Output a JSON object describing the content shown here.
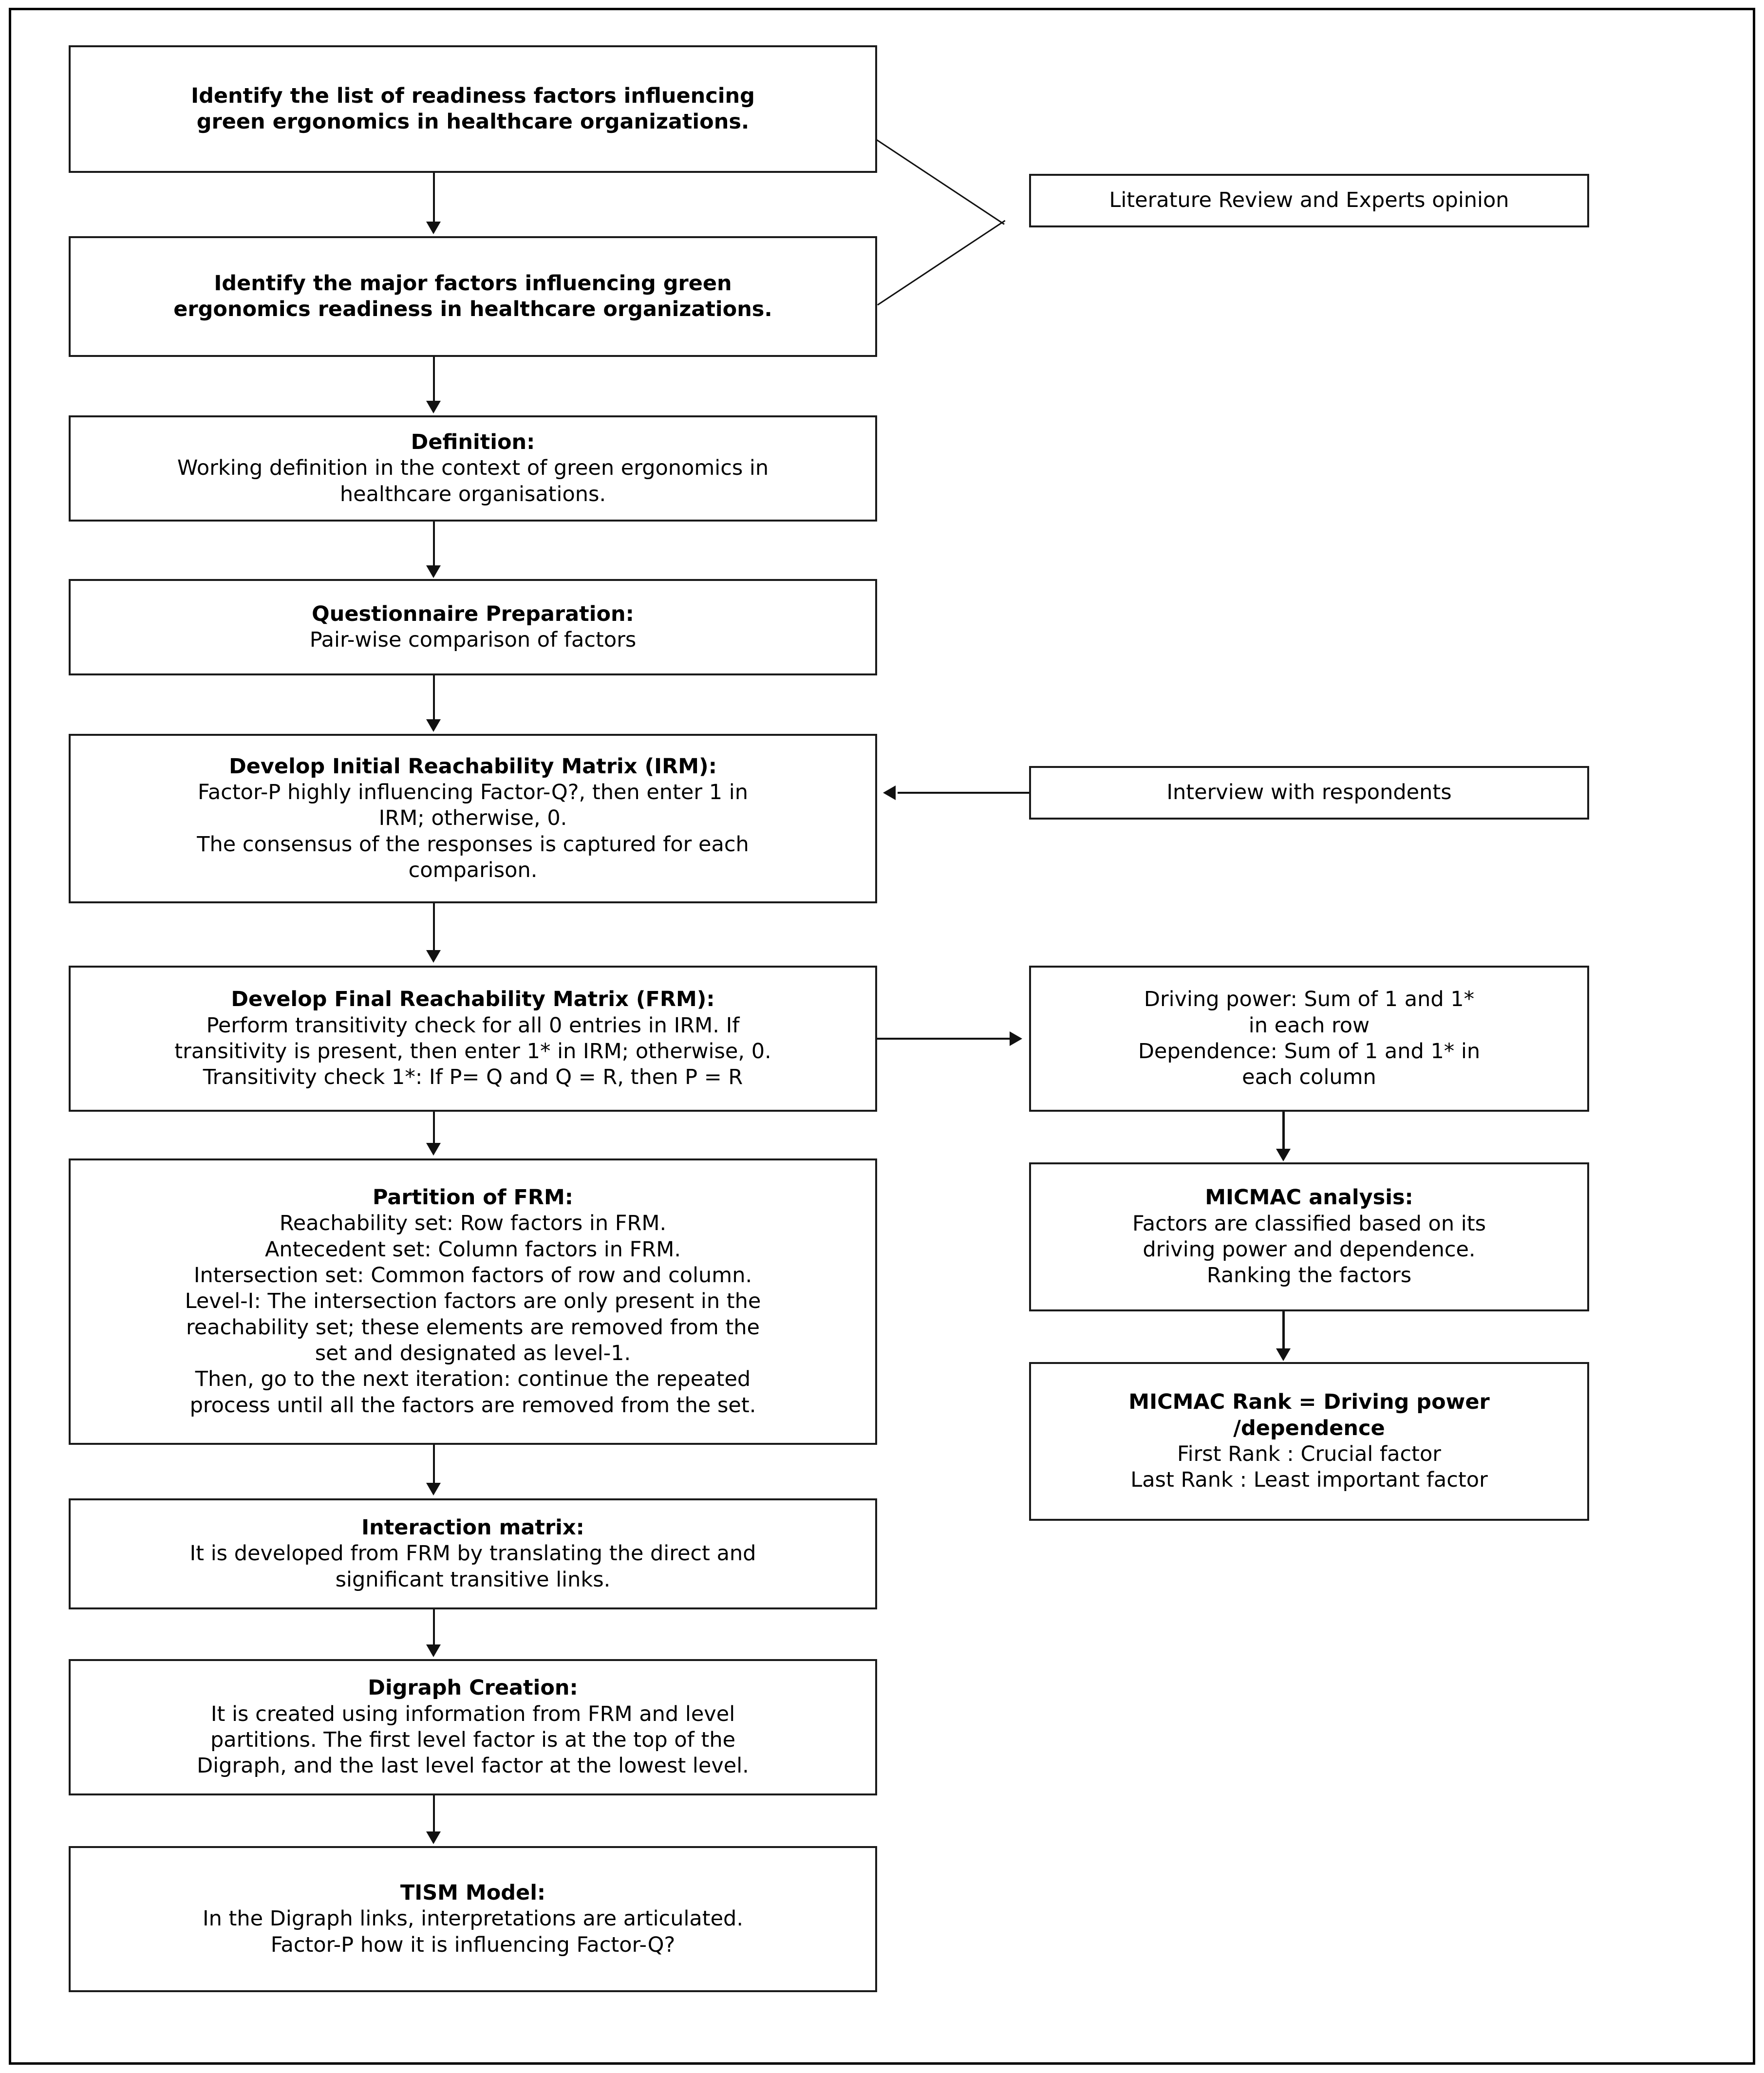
{
  "diagram": {
    "title": "TISM and MICMAC methodology flowchart",
    "accent_color": "#000000",
    "background_color": "#ffffff"
  },
  "nodes": {
    "identify_list": {
      "lines": [
        {
          "text": "Identify the list of readiness factors influencing",
          "bold": true
        },
        {
          "text": "green ergonomics in healthcare organizations.",
          "bold": true
        }
      ]
    },
    "identify_major": {
      "lines": [
        {
          "text": "Identify the major factors influencing green",
          "bold": true
        },
        {
          "text": "ergonomics readiness in healthcare organizations.",
          "bold": true
        }
      ]
    },
    "literature_review": {
      "lines": [
        {
          "text": "Literature Review and Experts opinion",
          "bold": false
        }
      ]
    },
    "definition": {
      "lines": [
        {
          "text": "Definition:",
          "bold": true
        },
        {
          "text": "Working definition in the context of green ergonomics in",
          "bold": false
        },
        {
          "text": "healthcare organisations.",
          "bold": false
        }
      ]
    },
    "questionnaire": {
      "lines": [
        {
          "text": "Questionnaire Preparation:",
          "bold": true
        },
        {
          "text": "Pair-wise comparison of factors",
          "bold": false
        }
      ]
    },
    "irm": {
      "lines": [
        {
          "text": "Develop Initial Reachability Matrix (IRM):",
          "bold": true
        },
        {
          "text": "Factor-P highly influencing Factor-Q?, then enter 1 in",
          "bold": false
        },
        {
          "text": "IRM; otherwise, 0.",
          "bold": false
        },
        {
          "text": "The consensus of the responses is captured for each",
          "bold": false
        },
        {
          "text": "comparison.",
          "bold": false
        }
      ]
    },
    "interview": {
      "lines": [
        {
          "text": "Interview with respondents",
          "bold": false
        }
      ]
    },
    "frm": {
      "lines": [
        {
          "text": "Develop Final Reachability Matrix (FRM):",
          "bold": true
        },
        {
          "text": "Perform transitivity check for all 0 entries in IRM. If",
          "bold": false
        },
        {
          "text": "transitivity is present, then enter 1* in IRM; otherwise, 0.",
          "bold": false
        },
        {
          "text": "Transitivity check 1*: If P= Q and Q = R, then P = R",
          "bold": false
        }
      ]
    },
    "driving_power": {
      "lines": [
        {
          "text": "Driving power: Sum of 1 and 1*",
          "bold": false
        },
        {
          "text": "in each row",
          "bold": false
        },
        {
          "text": "Dependence: Sum of 1 and 1* in",
          "bold": false
        },
        {
          "text": "each column",
          "bold": false
        }
      ]
    },
    "partition_frm": {
      "lines": [
        {
          "text": "Partition of FRM:",
          "bold": true
        },
        {
          "text": "Reachability set: Row factors in FRM.",
          "bold": false
        },
        {
          "text": "Antecedent set: Column factors in FRM.",
          "bold": false
        },
        {
          "text": "Intersection set: Common factors of row and column.",
          "bold": false
        },
        {
          "text": "Level-I: The intersection factors are only present in the",
          "bold": false
        },
        {
          "text": "reachability set; these elements are removed from the",
          "bold": false
        },
        {
          "text": "set and designated as level-1.",
          "bold": false
        },
        {
          "text": "Then, go to the next iteration: continue the repeated",
          "bold": false
        },
        {
          "text": "process until all the factors are removed from the set.",
          "bold": false
        }
      ]
    },
    "micmac_analysis": {
      "lines": [
        {
          "text": "MICMAC analysis:",
          "bold": true
        },
        {
          "text": "Factors are classified based on its",
          "bold": false
        },
        {
          "text": "driving power and dependence.",
          "bold": false
        },
        {
          "text": "Ranking the factors",
          "bold": false
        }
      ]
    },
    "micmac_rank": {
      "lines": [
        {
          "text": "MICMAC Rank = Driving power",
          "bold": true
        },
        {
          "text": "/dependence",
          "bold": true
        },
        {
          "text": "First Rank : Crucial factor",
          "bold": false
        },
        {
          "text": "Last Rank : Least important factor",
          "bold": false
        }
      ]
    },
    "interaction_matrix": {
      "lines": [
        {
          "text": "Interaction matrix:",
          "bold": true
        },
        {
          "text": "It is developed from FRM by translating the direct and",
          "bold": false
        },
        {
          "text": "significant transitive links.",
          "bold": false
        }
      ]
    },
    "digraph_creation": {
      "lines": [
        {
          "text": "Digraph Creation:",
          "bold": true
        },
        {
          "text": "It is created using information from FRM and level",
          "bold": false
        },
        {
          "text": "partitions. The first level factor is at the top of the",
          "bold": false
        },
        {
          "text": "Digraph, and the last level factor at the lowest level.",
          "bold": false
        }
      ]
    },
    "tism_model": {
      "lines": [
        {
          "text": "TISM Model:",
          "bold": true
        },
        {
          "text": "In the Digraph links, interpretations are articulated.",
          "bold": false
        },
        {
          "text": "Factor-P how it is influencing Factor-Q?",
          "bold": false
        }
      ]
    }
  },
  "connectors": [
    {
      "from": "identify_list",
      "to": "identify_major",
      "kind": "arrow-down"
    },
    {
      "from": "identify_list",
      "to": "literature_review",
      "kind": "diagonal"
    },
    {
      "from": "identify_major",
      "to": "literature_review",
      "kind": "diagonal"
    },
    {
      "from": "identify_major",
      "to": "definition",
      "kind": "arrow-down"
    },
    {
      "from": "definition",
      "to": "questionnaire",
      "kind": "arrow-down"
    },
    {
      "from": "questionnaire",
      "to": "irm",
      "kind": "arrow-down"
    },
    {
      "from": "interview",
      "to": "irm",
      "kind": "arrow-left"
    },
    {
      "from": "irm",
      "to": "frm",
      "kind": "arrow-down"
    },
    {
      "from": "frm",
      "to": "driving_power",
      "kind": "arrow-right"
    },
    {
      "from": "frm",
      "to": "partition_frm",
      "kind": "arrow-down"
    },
    {
      "from": "driving_power",
      "to": "micmac_analysis",
      "kind": "arrow-down"
    },
    {
      "from": "micmac_analysis",
      "to": "micmac_rank",
      "kind": "arrow-down"
    },
    {
      "from": "partition_frm",
      "to": "interaction_matrix",
      "kind": "arrow-down"
    },
    {
      "from": "interaction_matrix",
      "to": "digraph_creation",
      "kind": "arrow-down"
    },
    {
      "from": "digraph_creation",
      "to": "tism_model",
      "kind": "arrow-down"
    }
  ]
}
